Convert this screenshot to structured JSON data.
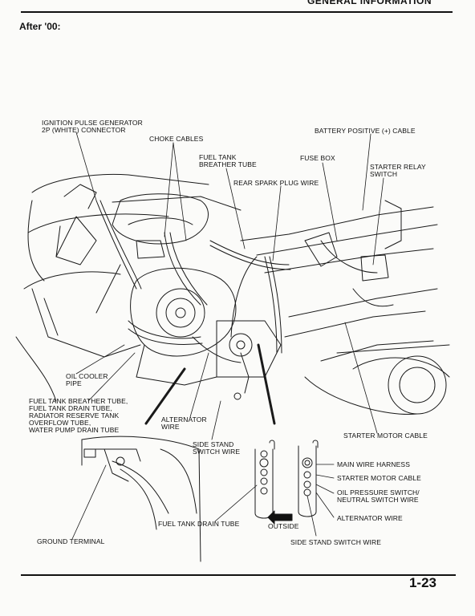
{
  "header": {
    "title": "GENERAL INFORMATION"
  },
  "section_label": "After '00:",
  "callouts": {
    "ignition_pulse": "IGNITION PULSE GENERATOR\n2P (WHITE) CONNECTOR",
    "choke_cables": "CHOKE CABLES",
    "battery_cable": "BATTERY POSITIVE (+) CABLE",
    "fuel_tank_breather": "FUEL TANK\nBREATHER TUBE",
    "fuse_box": "FUSE BOX",
    "starter_relay": "STARTER RELAY\nSWITCH",
    "rear_spark_plug": "REAR SPARK PLUG WIRE",
    "oil_cooler": "OIL COOLER\nPIPE",
    "tube_group": "FUEL TANK BREATHER TUBE,\nFUEL TANK DRAIN TUBE,\nRADIATOR RESERVE TANK\nOVERFLOW TUBE,\nWATER PUMP DRAIN TUBE",
    "alternator_wire_1": "ALTERNATOR\nWIRE",
    "starter_motor_cable_1": "STARTER MOTOR CABLE",
    "side_stand_1": "SIDE STAND\nSWITCH WIRE",
    "main_wire_harness": "MAIN WIRE HARNESS",
    "starter_motor_cable_2": "STARTER MOTOR CABLE",
    "oil_pressure": "OIL PRESSURE SWITCH/\nNEUTRAL SWITCH WIRE",
    "alternator_wire_2": "ALTERNATOR WIRE",
    "fuel_tank_drain": "FUEL TANK DRAIN TUBE",
    "outside": "OUTSIDE",
    "ground_terminal": "GROUND TERMINAL",
    "side_stand_2": "SIDE STAND SWITCH WIRE"
  },
  "footer": {
    "page_number": "1-23"
  }
}
